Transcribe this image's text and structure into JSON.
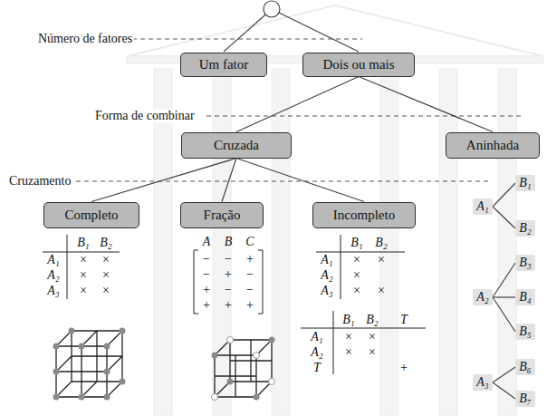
{
  "diagram": {
    "nodes": [
      {
        "text": [
          "Um fator"
        ]
      },
      {
        "text": [
          "Dois ou mais"
        ]
      },
      {
        "text": [
          "Cruzada"
        ]
      },
      {
        "text": [
          "Aninhada"
        ]
      },
      {
        "text": [
          "Completo"
        ]
      },
      {
        "text": [
          "Fração"
        ]
      },
      {
        "text": [
          "Incompleto"
        ]
      },
      {
        "text": [
          "A₁"
        ]
      },
      {
        "text": [
          "B₁"
        ]
      },
      {
        "text": [
          "B₂"
        ]
      },
      {
        "text": [
          "A₂"
        ]
      },
      {
        "text": [
          "B₃"
        ]
      },
      {
        "text": [
          "B₄"
        ]
      },
      {
        "text": [
          "B₅"
        ]
      },
      {
        "text": [
          "A₃"
        ]
      },
      {
        "text": [
          "B₆"
        ]
      },
      {
        "text": [
          "B₇"
        ]
      }
    ],
    "edges": [
      {
        "from": 1,
        "to": 2,
        "arrow": "none"
      },
      {
        "from": 1,
        "to": 3,
        "arrow": "none"
      },
      {
        "from": 2,
        "to": 4,
        "arrow": "none"
      },
      {
        "from": 2,
        "to": 5,
        "arrow": "none"
      },
      {
        "from": 2,
        "to": 6,
        "arrow": "none"
      },
      {
        "from": 7,
        "to": 8,
        "arrow": "none"
      },
      {
        "from": 7,
        "to": 9,
        "arrow": "none"
      },
      {
        "from": 10,
        "to": 11,
        "arrow": "none"
      },
      {
        "from": 10,
        "to": 12,
        "arrow": "none"
      },
      {
        "from": 10,
        "to": 13,
        "arrow": "none"
      },
      {
        "from": 14,
        "to": 15,
        "arrow": "none"
      },
      {
        "from": 14,
        "to": 16,
        "arrow": "none"
      }
    ],
    "labels": [
      "Número de fatores",
      "Forma de combinar",
      "Cruzamento",
      "B₁",
      "B₂",
      "A₁",
      "×",
      "×",
      "A₂",
      "×",
      "×",
      "A₃",
      "×",
      "×",
      "A",
      "B",
      "C",
      "−",
      "−",
      "+",
      "−",
      "+",
      "−",
      "+",
      "−",
      "−",
      "+",
      "+",
      "+",
      "B₁",
      "B₂",
      "A₁",
      "×",
      "×",
      "A₂",
      "×",
      "A₃",
      "×",
      "×",
      "B₁",
      "B₂",
      "T",
      "A₁",
      "×",
      "×",
      "A₂",
      "×",
      "×",
      "T",
      "+"
    ]
  }
}
